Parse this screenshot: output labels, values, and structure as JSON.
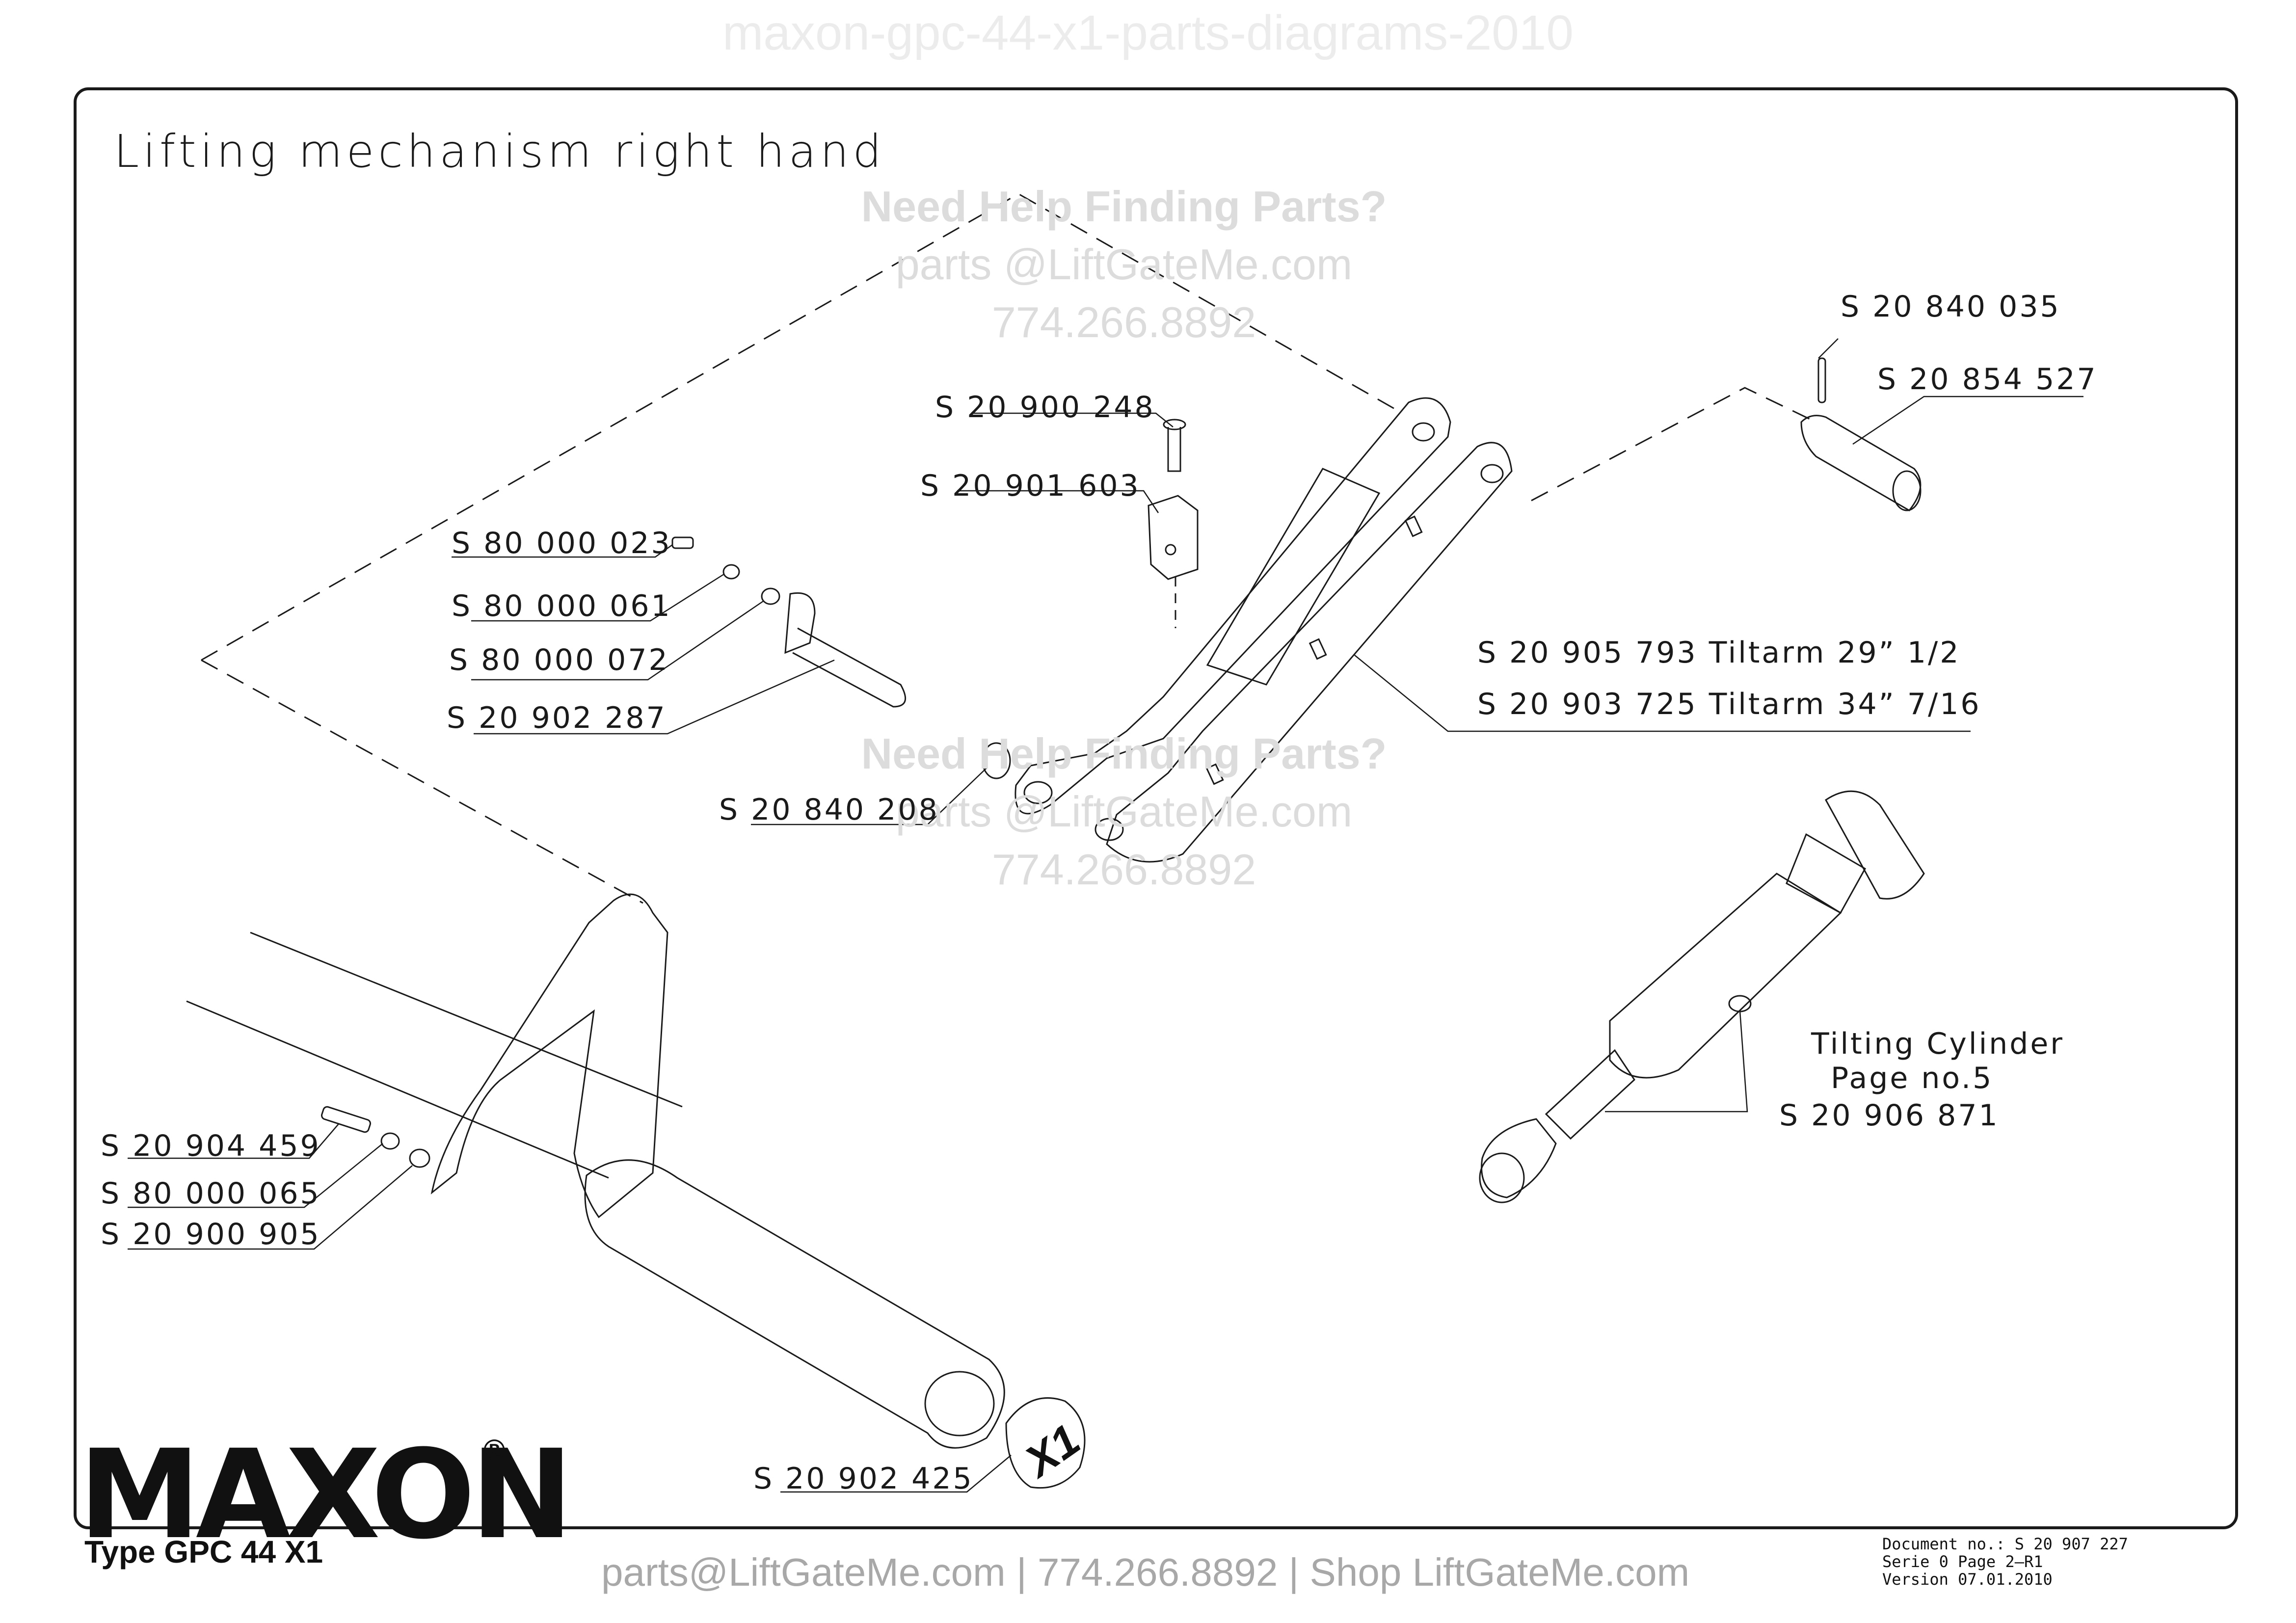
{
  "watermark_top": "maxon-gpc-44-x1-parts-diagrams-2010",
  "title": "Lifting mechanism right hand",
  "help_watermark": {
    "line1": "Need Help Finding Parts?",
    "line2": "parts @LiftGateMe.com",
    "line3": "774.266.8892"
  },
  "parts": {
    "p840035": "S 20  840  035",
    "p854527": "S 20  854  527",
    "p900248": "S  20  900  248",
    "p901603": "S  20  901  603",
    "p80000023": "S 80  000  023",
    "p80000061": "S  80  000  061",
    "p80000072": "S 80  000  072",
    "p902287": "S  20  902  287",
    "p840208": "S 20  840  208",
    "p905793": "S   20  905  793  Tiltarm  29”  1/2",
    "p903725": "S   20  903  725  Tiltarm  34”  7/16",
    "cyl_line1": "Tilting  Cylinder",
    "cyl_line2": "Page  no.5",
    "p906871": "S  20  906  871",
    "p904459": "S 20  904  459",
    "p80000065": "S  80  000  065",
    "p900905": "S  20  900  905",
    "p902425": "S 20  902  425"
  },
  "brand": {
    "logo": "MAXON",
    "registered": "®",
    "model": "Type GPC 44 X1",
    "x1_badge": "X1"
  },
  "footer": "parts@LiftGateMe.com | 774.266.8892 | Shop LiftGateMe.com",
  "document": {
    "line1": "Document no.:  S 20 907 227",
    "line2": "Serie 0 Page 2–R1",
    "line3": "Version  07.01.2010"
  },
  "colors": {
    "line": "#1a1a1a",
    "watermark": "#dcdcdc",
    "footer": "#a8a8a8"
  }
}
